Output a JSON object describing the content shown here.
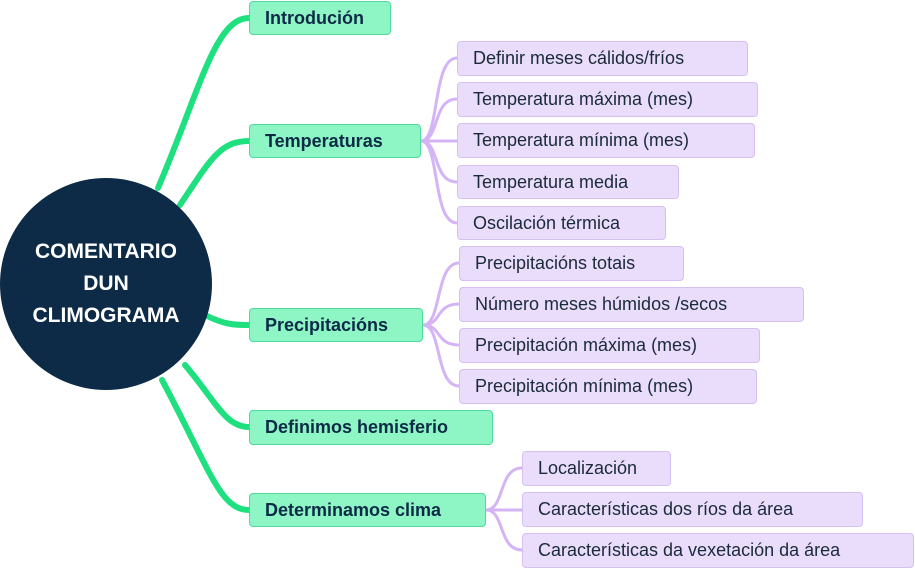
{
  "center": {
    "label": "COMENTARIO\nDUN\nCLIMOGRAMA"
  },
  "branches": [
    {
      "label": "Introdución",
      "children": []
    },
    {
      "label": "Temperaturas",
      "children": [
        "Definir meses cálidos/fríos",
        "Temperatura máxima (mes)",
        "Temperatura mínima (mes)",
        "Temperatura media",
        "Oscilación térmica"
      ]
    },
    {
      "label": "Precipitacións",
      "children": [
        "Precipitacións totais",
        "Número meses húmidos /secos",
        "Precipitación máxima (mes)",
        "Precipitación mínima (mes)"
      ]
    },
    {
      "label": "Definimos hemisferio",
      "children": []
    },
    {
      "label": "Determinamos clima",
      "children": [
        "Localización",
        "Características dos ríos da área",
        "Características da vexetación da área"
      ]
    }
  ],
  "colors": {
    "center": "#0d2a47",
    "main_node": "#8ef5c4",
    "main_link": "#1ee07f",
    "sub_node": "#eadcfb",
    "sub_link": "#d5b4f5"
  }
}
